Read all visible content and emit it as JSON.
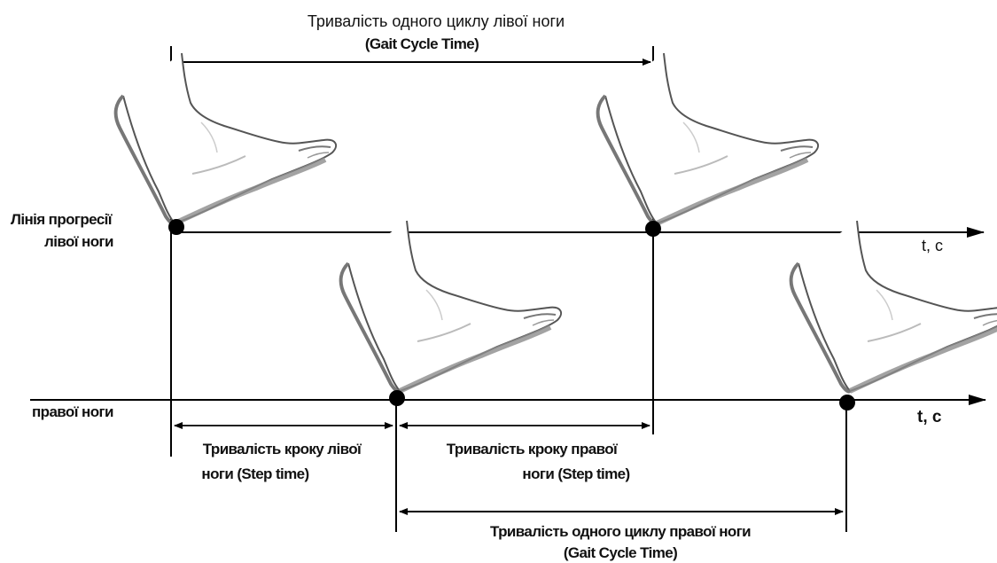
{
  "top_interval": {
    "line1": "Тривалість одного циклу лівої ноги",
    "line2": "(Gait Cycle Time)"
  },
  "left_axis": {
    "label_line1": "Лінія прогресії",
    "label_line2": "лівої ноги",
    "unit": "t, с"
  },
  "right_axis": {
    "label": "правої ноги",
    "unit": "t, с"
  },
  "step_left": {
    "line1": "Тривалість кроку лівої",
    "line2": "ноги (Step time)"
  },
  "step_right": {
    "line1": "Тривалість кроку правої",
    "line2": "ноги (Step time)"
  },
  "bottom_interval": {
    "line1": "Тривалість одного циклу правої ноги",
    "line2": "(Gait Cycle Time)"
  },
  "icons": [
    "foot-icon",
    "heel-strike-dot-icon"
  ],
  "colors": {
    "line": "#000000",
    "foot_outline": "#5a5a5a",
    "foot_shade": "#9a9a9a"
  }
}
